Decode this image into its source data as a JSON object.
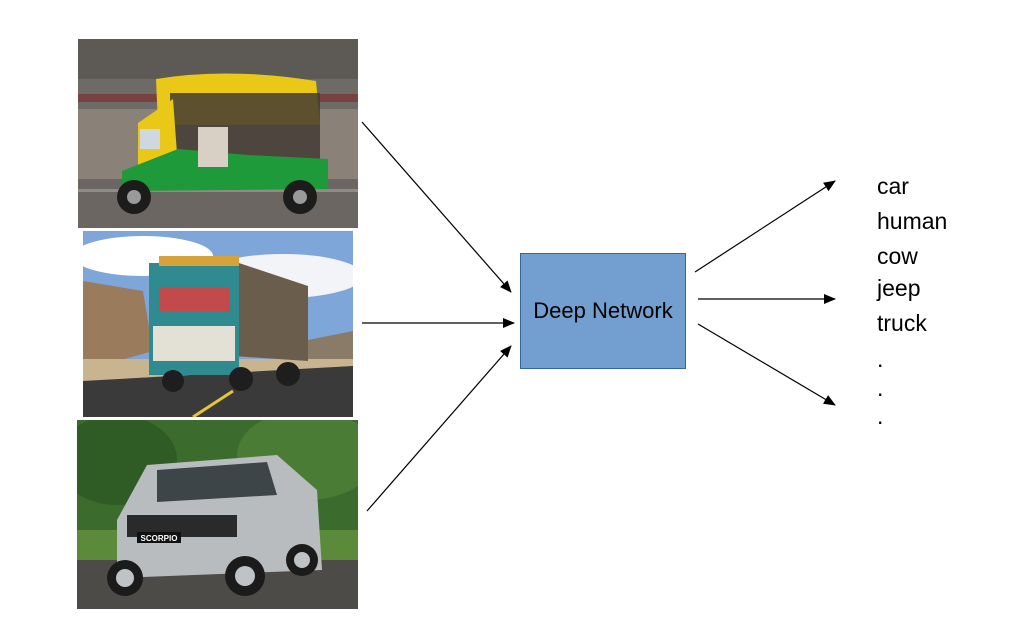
{
  "network": {
    "label": "Deep Network"
  },
  "classes": [
    "car",
    "human",
    "cow",
    "jeep",
    "truck",
    ".",
    ".",
    "."
  ],
  "colors": {
    "box_fill": "#729fcf",
    "box_border": "#3465a4",
    "arrow": "#000000"
  },
  "scorpio_badge": "SCORPIO"
}
